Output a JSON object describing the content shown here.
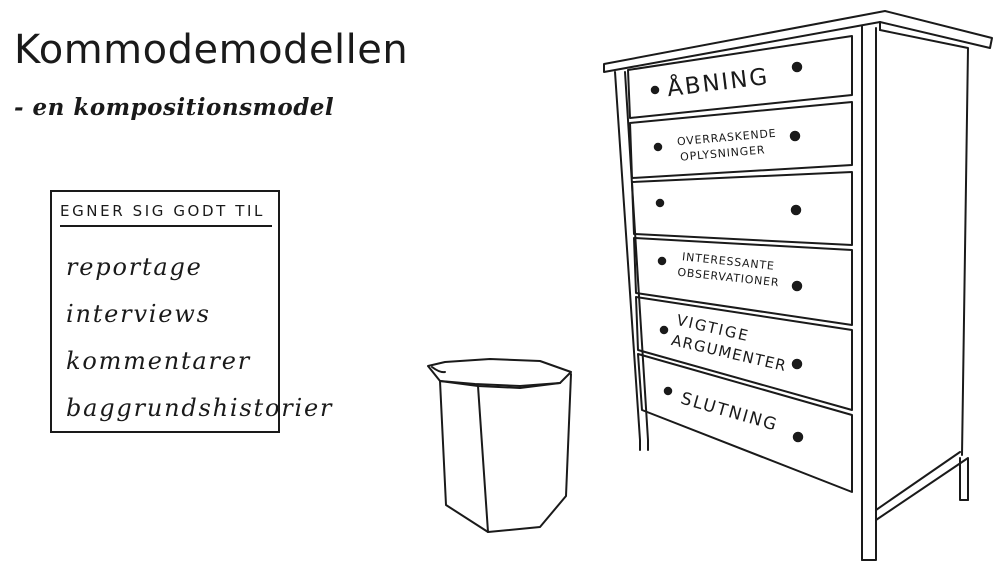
{
  "heading": {
    "title": "Kommodemodellen",
    "subtitle": "- en kompositionsmodel"
  },
  "suitable_for": {
    "header": "EGNER SIG GODT TIL",
    "items": [
      "reportage",
      "interviews",
      "kommentarer",
      "baggrundshistorier"
    ]
  },
  "dresser": {
    "drawers": [
      {
        "lines": [
          "ÅBNING"
        ]
      },
      {
        "lines": [
          "OVERRASKENDE",
          "OPLYSNINGER"
        ]
      },
      {
        "lines": []
      },
      {
        "lines": [
          "INTERESSANTE",
          "OBSERVATIONER"
        ]
      },
      {
        "lines": [
          "VIGTIGE",
          "ARGUMENTER"
        ]
      },
      {
        "lines": [
          "SLUTNING"
        ]
      }
    ]
  },
  "icons": {
    "dresser": "dresser-drawing",
    "wastebasket": "wastebasket-drawing",
    "knob": "drawer-knob-icon"
  },
  "colors": {
    "ink": "#1a1a1a",
    "paper": "#ffffff"
  }
}
